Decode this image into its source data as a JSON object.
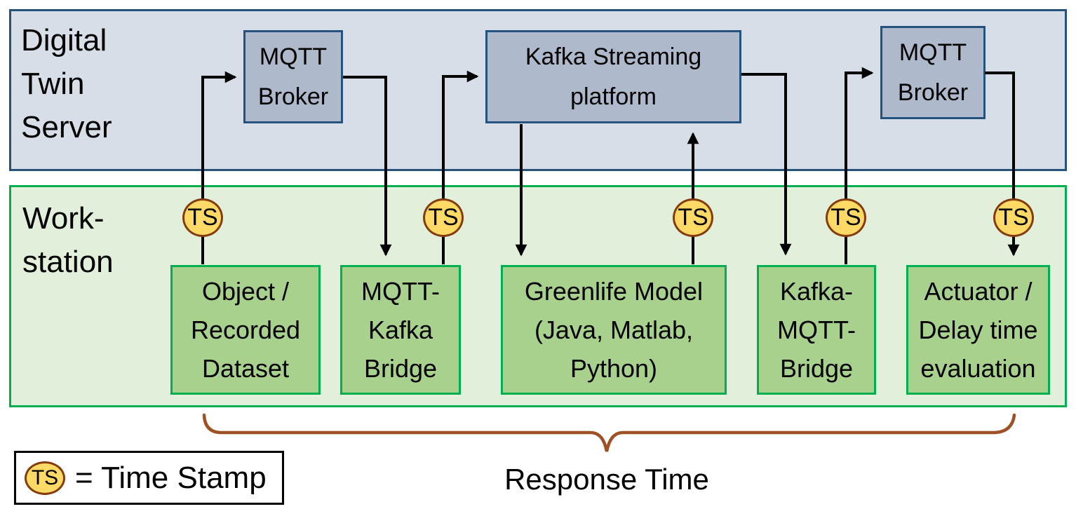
{
  "diagram": {
    "server_band": {
      "label": "Digital\nTwin\nServer",
      "boxes": [
        {
          "id": "mqtt-broker-left",
          "label": "MQTT\nBroker"
        },
        {
          "id": "kafka-streaming",
          "label": "Kafka Streaming\nplatform"
        },
        {
          "id": "mqtt-broker-right",
          "label": "MQTT\nBroker"
        }
      ]
    },
    "workstation_band": {
      "label": "Work-\nstation",
      "boxes": [
        {
          "id": "object-recorded-dataset",
          "label": "Object /\nRecorded\nDataset"
        },
        {
          "id": "mqtt-kafka-bridge",
          "label": "MQTT-\nKafka\nBridge"
        },
        {
          "id": "greenlife-model",
          "label": "Greenlife Model\n(Java, Matlab,\nPython)"
        },
        {
          "id": "kafka-mqtt-bridge",
          "label": "Kafka-\nMQTT-\nBridge"
        },
        {
          "id": "actuator-delay-eval",
          "label": "Actuator /\nDelay time\nevaluation"
        }
      ]
    },
    "timestamp_badge": {
      "label": "TS"
    },
    "legend": {
      "badge_label": "TS",
      "text": "= Time Stamp"
    },
    "response_time_label": "Response Time",
    "colors": {
      "server_band_fill": "#d8dee7",
      "server_band_border": "#24527d",
      "server_node_fill": "#aeb9cb",
      "workstation_band_fill": "#e2efda",
      "workstation_border": "#00b050",
      "workstation_node_fill": "#a9d18e",
      "timestamp_fill": "#ffd966",
      "timestamp_border": "#843c0c",
      "brace_color": "#9e5124",
      "arrow_color": "#000000"
    }
  }
}
